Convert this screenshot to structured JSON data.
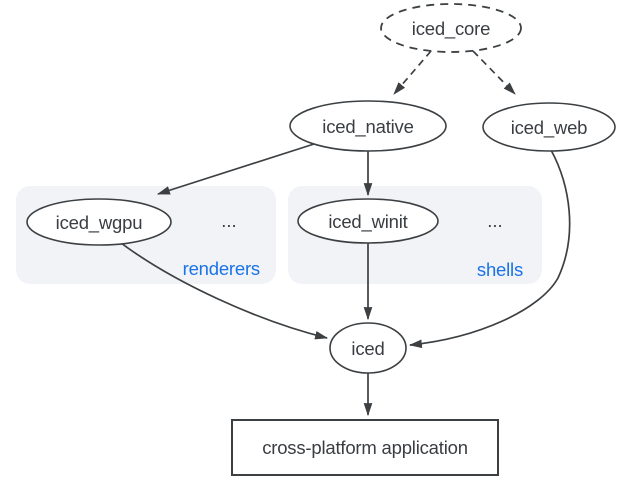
{
  "colors": {
    "stroke": "#3c4043",
    "node_text": "#3a3d42",
    "group_bg": "#f1f3f6",
    "group_label": "#1a73e8",
    "canvas_bg": "#ffffff"
  },
  "nodes": {
    "iced_core": {
      "label": "iced_core"
    },
    "iced_native": {
      "label": "iced_native"
    },
    "iced_web": {
      "label": "iced_web"
    },
    "iced_wgpu": {
      "label": "iced_wgpu"
    },
    "iced_winit": {
      "label": "iced_winit"
    },
    "iced": {
      "label": "iced"
    },
    "application": {
      "label": "cross-platform application"
    }
  },
  "groups": {
    "renderers": {
      "label": "renderers",
      "more": "..."
    },
    "shells": {
      "label": "shells",
      "more": "..."
    }
  }
}
